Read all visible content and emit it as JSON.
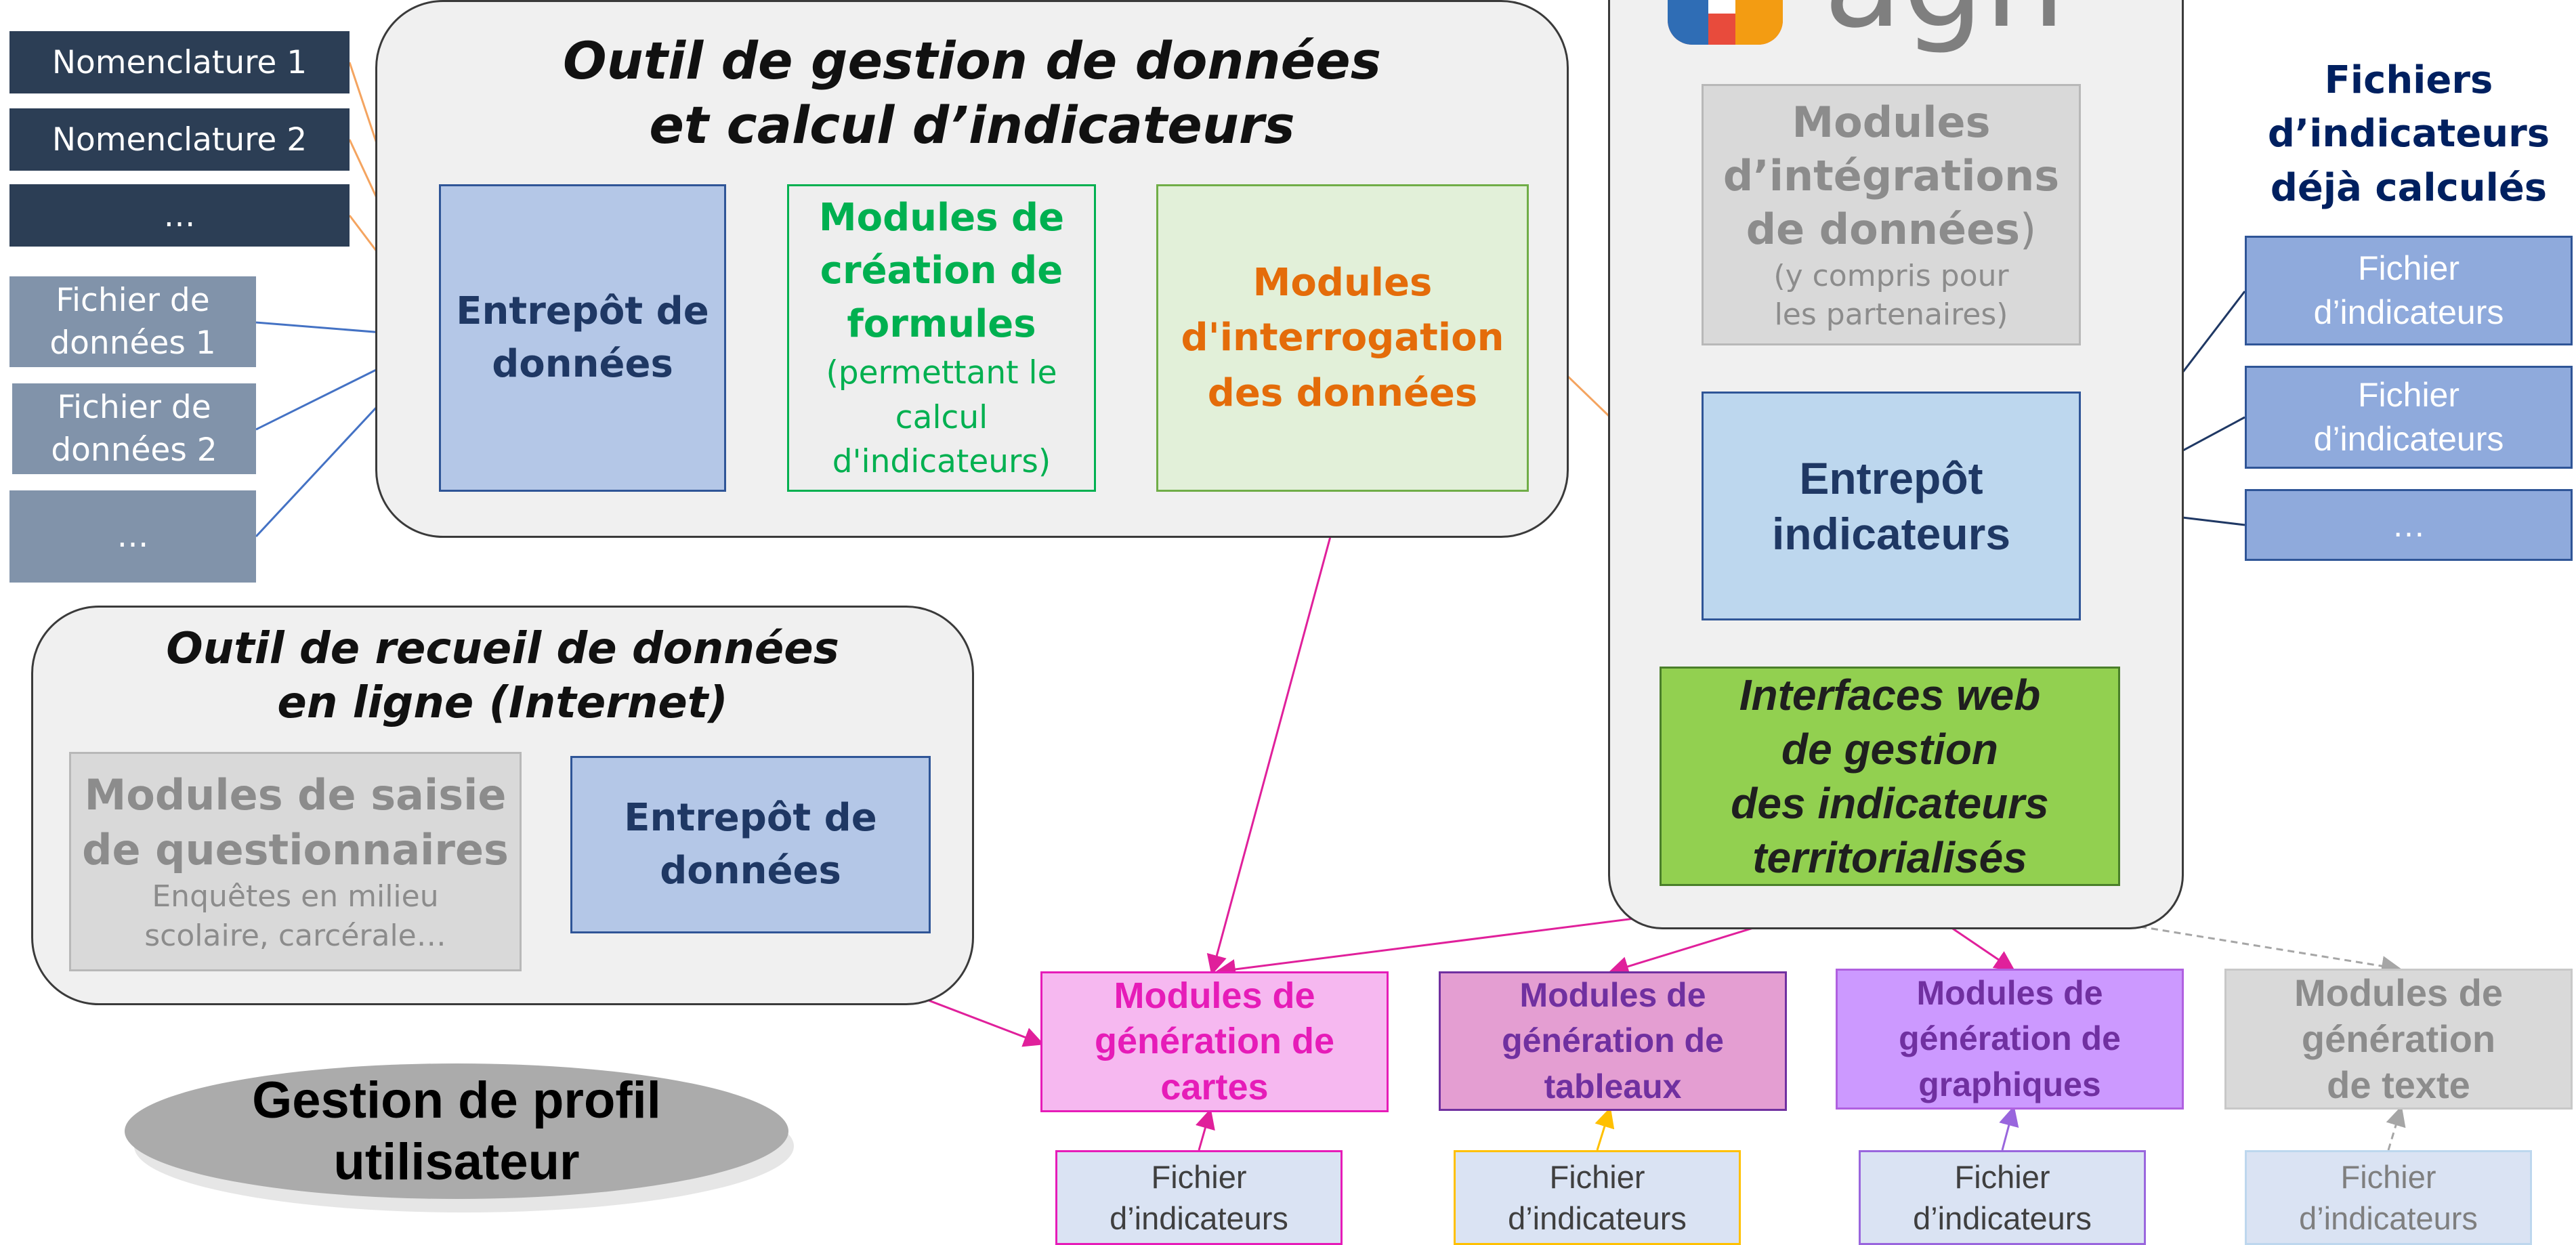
{
  "logo": {
    "text": "agn"
  },
  "inputs": {
    "nomenclature_1": "Nomenclature 1",
    "nomenclature_2": "Nomenclature 2",
    "nomenclature_more": "…",
    "fichier_donnees_1": [
      "Fichier de",
      "données 1"
    ],
    "fichier_donnees_2": [
      "Fichier de",
      "données 2"
    ],
    "fichier_donnees_more": "…"
  },
  "panel_gestion": {
    "title_line1": "Outil de gestion de données",
    "title_line2": "et calcul d’indicateurs",
    "entrepot": [
      "Entrepôt de",
      "données"
    ],
    "formules_title": [
      "Modules de",
      "création de",
      "formules"
    ],
    "formules_sub": [
      "(permettant le",
      "calcul",
      "d'indicateurs)"
    ],
    "interrogation": [
      "Modules",
      "d'interrogation",
      "des données"
    ]
  },
  "panel_recueil": {
    "title_line1": "Outil de recueil de données",
    "title_line2": "en ligne (Internet)",
    "saisie_title": [
      "Modules de saisie",
      "de questionnaires"
    ],
    "saisie_sub": [
      "Enquêtes en milieu",
      "scolaire, carcérale…"
    ],
    "entrepot": [
      "Entrepôt de",
      "données"
    ]
  },
  "profil": [
    "Gestion de profil",
    "utilisateur"
  ],
  "panel_agn": {
    "integration_title_a": "Modules",
    "integration_title_b": "d’intégrations",
    "integration_title_c": "de données",
    "integration_title_c_suffix": ")",
    "integration_sub": [
      "(y compris pour",
      "les partenaires)"
    ],
    "entrepot": [
      "Entrepôt",
      "indicateurs"
    ],
    "interfaces": [
      "Interfaces web",
      "de gestion",
      "des indicateurs",
      "territorialisés"
    ]
  },
  "fichiers_deja": {
    "heading": [
      "Fichiers",
      "d’indicateurs",
      "déjà calculés"
    ],
    "items": [
      [
        "Fichier",
        "d’indicateurs"
      ],
      [
        "Fichier",
        "d’indicateurs"
      ],
      [
        "…"
      ]
    ]
  },
  "generation": {
    "cartes": [
      "Modules de",
      "génération de",
      "cartes"
    ],
    "tableaux": [
      "Modules de",
      "génération de",
      "tableaux"
    ],
    "graphiques": [
      "Modules de",
      "génération de",
      "graphiques"
    ],
    "texte": [
      "Modules de",
      "génération",
      "de texte"
    ]
  },
  "outputs": {
    "cartes": [
      "Fichier",
      "d’indicateurs"
    ],
    "tableaux": [
      "Fichier",
      "d’indicateurs"
    ],
    "graphiques": [
      "Fichier",
      "d’indicateurs"
    ],
    "texte": [
      "Fichier",
      "d’indicateurs"
    ]
  },
  "colors": {
    "store_fill": "#b4c7e7",
    "store_border": "#2f5597",
    "formules_green": "#00b050",
    "interrogation_orange": "#e46c0a",
    "interfaces_fill": "#92d050",
    "cartes_magenta": "#e61cb8",
    "tableaux_purple": "#7030a0",
    "graphiques_violet": "#a040d0",
    "arrow_blue": "#4472c4",
    "arrow_orange": "#f4a460",
    "arrow_pink": "#e0209b",
    "arrow_navy": "#1f3864"
  }
}
